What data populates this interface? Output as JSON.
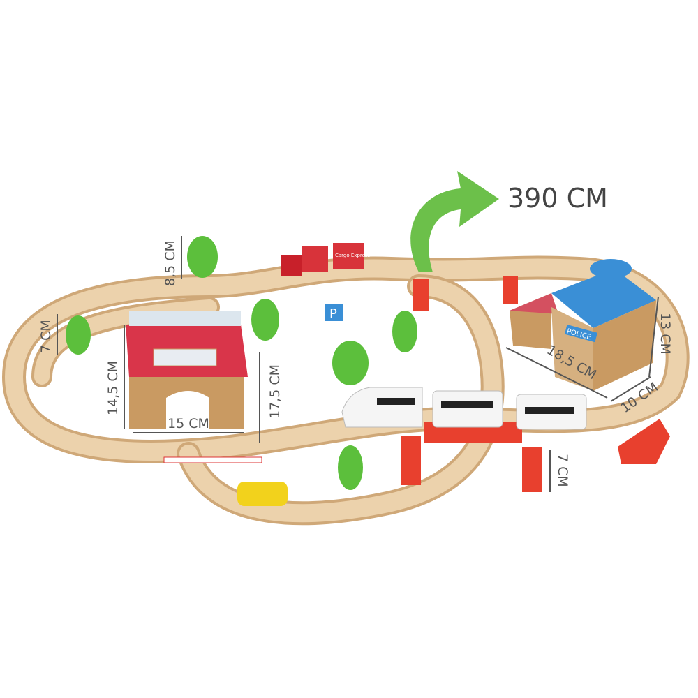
{
  "length_label": "390 CM",
  "dimensions": {
    "tree_height": "8,5 CM",
    "small_tree_height": "7 CM",
    "station_height": "14,5 CM",
    "station_width": "15 CM",
    "station_side_height": "17,5 CM",
    "police_length": "18,5 CM",
    "police_height": "13 CM",
    "police_depth": "10 CM",
    "bridge_height": "7 CM"
  },
  "props": {
    "police_sign": "POLICE",
    "cargo_label": "Cargo Express",
    "parking_sign": "P"
  },
  "colors": {
    "track": "#e8c9a0",
    "track_edge": "#cfa878",
    "arrow": "#6cc04a",
    "bridge": "#e8402e",
    "station_roof": "#d9354a",
    "police_roof": "#3a8fd6",
    "tree": "#5cbf3c"
  }
}
